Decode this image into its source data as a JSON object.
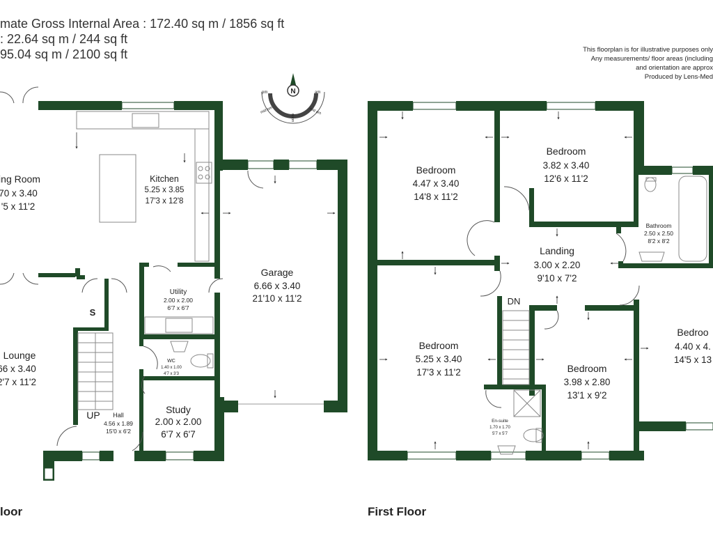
{
  "header": {
    "line1": "mate Gross Internal Area : 172.40 sq m / 1856 sq ft",
    "line2": ": 22.64 sq m / 244 sq ft",
    "line3": "95.04 sq m / 2100 sq ft"
  },
  "disclaimer": {
    "line1": "This floorplan is for illustrative purposes only",
    "line2": "Any measurements/ floor areas (including",
    "line3": "and orientation are approx",
    "line4": "Produced by Lens-Med"
  },
  "compass": {
    "north": "N",
    "pm": "pm",
    "am": "am",
    "mid_pm": "mid pm",
    "mid_am": "mid am",
    "noon": "noon"
  },
  "ground_floor": {
    "label": "loor",
    "dining": {
      "name": "ing Room",
      "metric": "70 x 3.40",
      "imperial": "'5 x 11'2"
    },
    "kitchen": {
      "name": "Kitchen",
      "metric": "5.25 x 3.85",
      "imperial": "17'3 x 12'8"
    },
    "utility": {
      "name": "Utility",
      "metric": "2.00 x 2.00",
      "imperial": "6'7 x 6'7"
    },
    "garage": {
      "name": "Garage",
      "metric": "6.66 x 3.40",
      "imperial": "21'10 x 11'2"
    },
    "store": {
      "name": "S"
    },
    "wc": {
      "name": "WC",
      "metric": "1.40 x 1.00",
      "imperial": "4'7 x 3'3"
    },
    "lounge": {
      "name": "Lounge",
      "metric": "66 x 3.40",
      "imperial": "2'7 x 11'2"
    },
    "hall": {
      "name": "Hall",
      "metric": "4.56 x 1.89",
      "imperial": "15'0 x 6'2"
    },
    "up": "UP",
    "study": {
      "name": "Study",
      "metric": "2.00 x 2.00",
      "imperial": "6'7 x 6'7"
    }
  },
  "first_floor": {
    "label": "First Floor",
    "bedroom1": {
      "name": "Bedroom",
      "metric": "4.47 x 3.40",
      "imperial": "14'8 x 11'2"
    },
    "bedroom2": {
      "name": "Bedroom",
      "metric": "3.82 x 3.40",
      "imperial": "12'6 x 11'2"
    },
    "bathroom": {
      "name": "Bathroom",
      "metric": "2.50 x 2.50",
      "imperial": "8'2 x 8'2"
    },
    "landing": {
      "name": "Landing",
      "metric": "3.00 x 2.20",
      "imperial": "9'10 x 7'2"
    },
    "dn": "DN",
    "bedroom3": {
      "name": "Bedroom",
      "metric": "5.25 x 3.40",
      "imperial": "17'3 x 11'2"
    },
    "bedroom4": {
      "name": "Bedroom",
      "metric": "3.98 x 2.80",
      "imperial": "13'1 x 9'2"
    },
    "bedroom5": {
      "name": "Bedroo",
      "metric": "4.40 x 4.",
      "imperial": "14'5 x 13"
    },
    "ensuite": {
      "name": "En-suite",
      "metric": "1.70 x 1.70",
      "imperial": "5'7 x 5'7"
    }
  },
  "colors": {
    "wall": "#1f4a28",
    "window": "#ffffff",
    "fixture": "#888888",
    "text": "#222222"
  }
}
